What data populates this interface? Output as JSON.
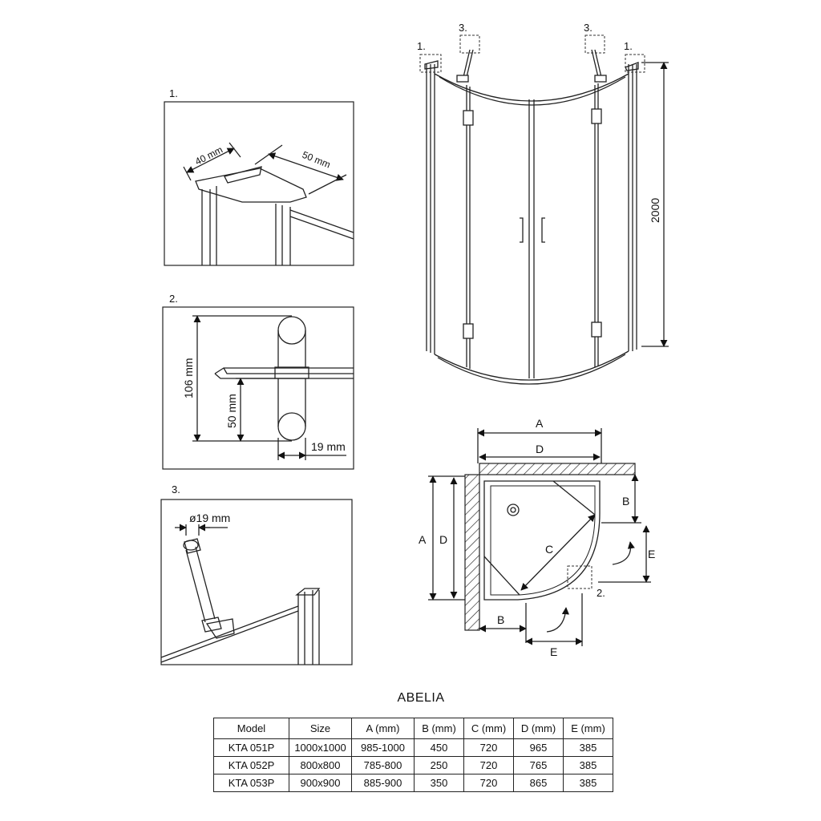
{
  "details": {
    "d1": {
      "label": "1.",
      "dim_a": "40 mm",
      "dim_b": "50 mm"
    },
    "d2": {
      "label": "2.",
      "dim_h": "106 mm",
      "dim_v": "50 mm",
      "dim_w": "19 mm"
    },
    "d3": {
      "label": "3.",
      "dim_d": "ø19 mm"
    }
  },
  "front": {
    "callout_left_1": "1.",
    "callout_left_3": "3.",
    "callout_right_3": "3.",
    "callout_right_1": "1.",
    "height": "2000"
  },
  "plan": {
    "A_top": "A",
    "D_top": "D",
    "A_left": "A",
    "D_left": "D",
    "B_right": "B",
    "E_right": "E",
    "C": "C",
    "B_bottom": "B",
    "E_bottom": "E",
    "callout": "2."
  },
  "table": {
    "title": "ABELIA",
    "headers": [
      "Model",
      "Size",
      "A (mm)",
      "B (mm)",
      "C (mm)",
      "D (mm)",
      "E (mm)"
    ],
    "rows": [
      [
        "KTA 051P",
        "1000x1000",
        "985-1000",
        "450",
        "720",
        "965",
        "385"
      ],
      [
        "KTA 052P",
        "800x800",
        "785-800",
        "250",
        "720",
        "765",
        "385"
      ],
      [
        "KTA 053P",
        "900x900",
        "885-900",
        "350",
        "720",
        "865",
        "385"
      ]
    ]
  }
}
